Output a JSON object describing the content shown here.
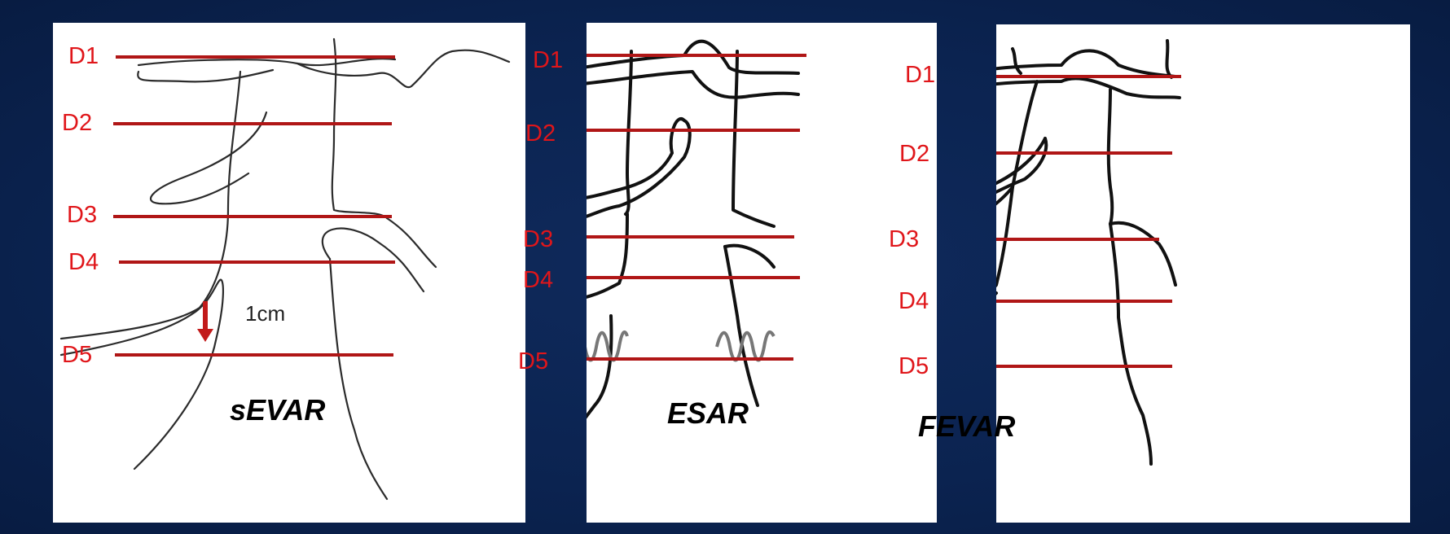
{
  "panels": {
    "sevar": {
      "title": "sEVAR",
      "levels": [
        "D1",
        "D2",
        "D3",
        "D4",
        "D5"
      ],
      "measure": "1cm"
    },
    "esar": {
      "title": "ESAR",
      "levels": [
        "D1",
        "D2",
        "D3",
        "D4",
        "D5"
      ]
    },
    "fevar": {
      "title": "FEVAR",
      "levels": [
        "D1",
        "D2",
        "D3",
        "D4",
        "D5"
      ]
    }
  },
  "colors": {
    "background": "#0b2350",
    "level_line": "#b01616",
    "level_label": "#e0161a"
  }
}
